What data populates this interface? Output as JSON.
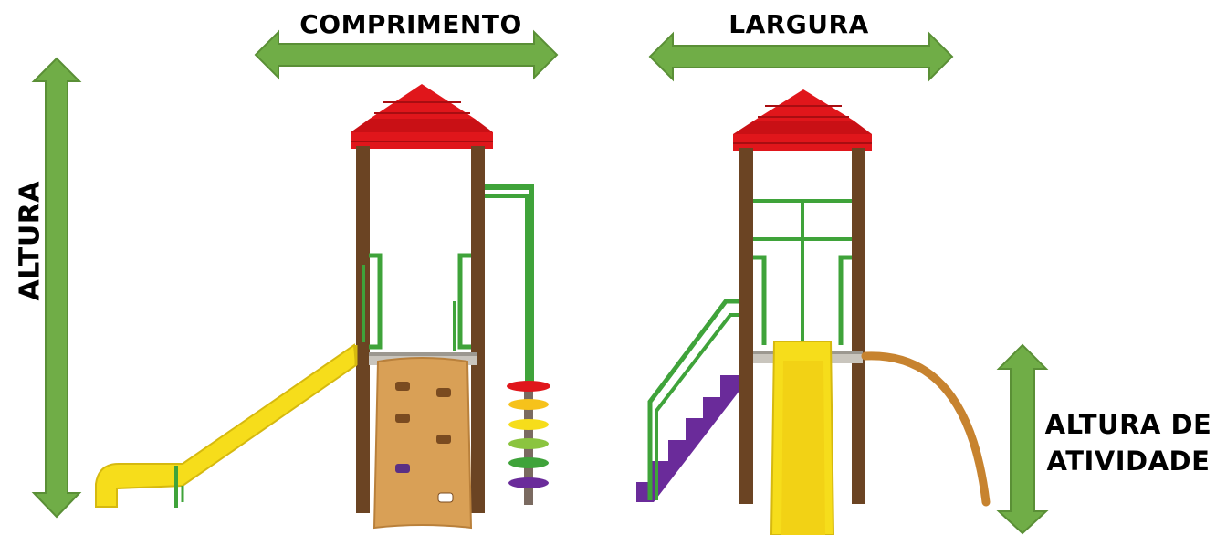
{
  "labels": {
    "comprimento": "COMPRIMENTO",
    "largura": "LARGURA",
    "altura": "ALTURA",
    "altura_atividade_line1": "ALTURA DE",
    "altura_atividade_line2": "ATIVIDADE"
  },
  "colors": {
    "arrow_green": "#70ad47",
    "arrow_outline": "#5a8f36",
    "roof_red": "#e0161b",
    "post_brown": "#6b4423",
    "rail_green": "#3fa33a",
    "slide_yellow": "#f6dd1b",
    "wall_orange": "#d9a056",
    "stairs_purple": "#6a2b9a",
    "curve_orange": "#c7832f"
  }
}
